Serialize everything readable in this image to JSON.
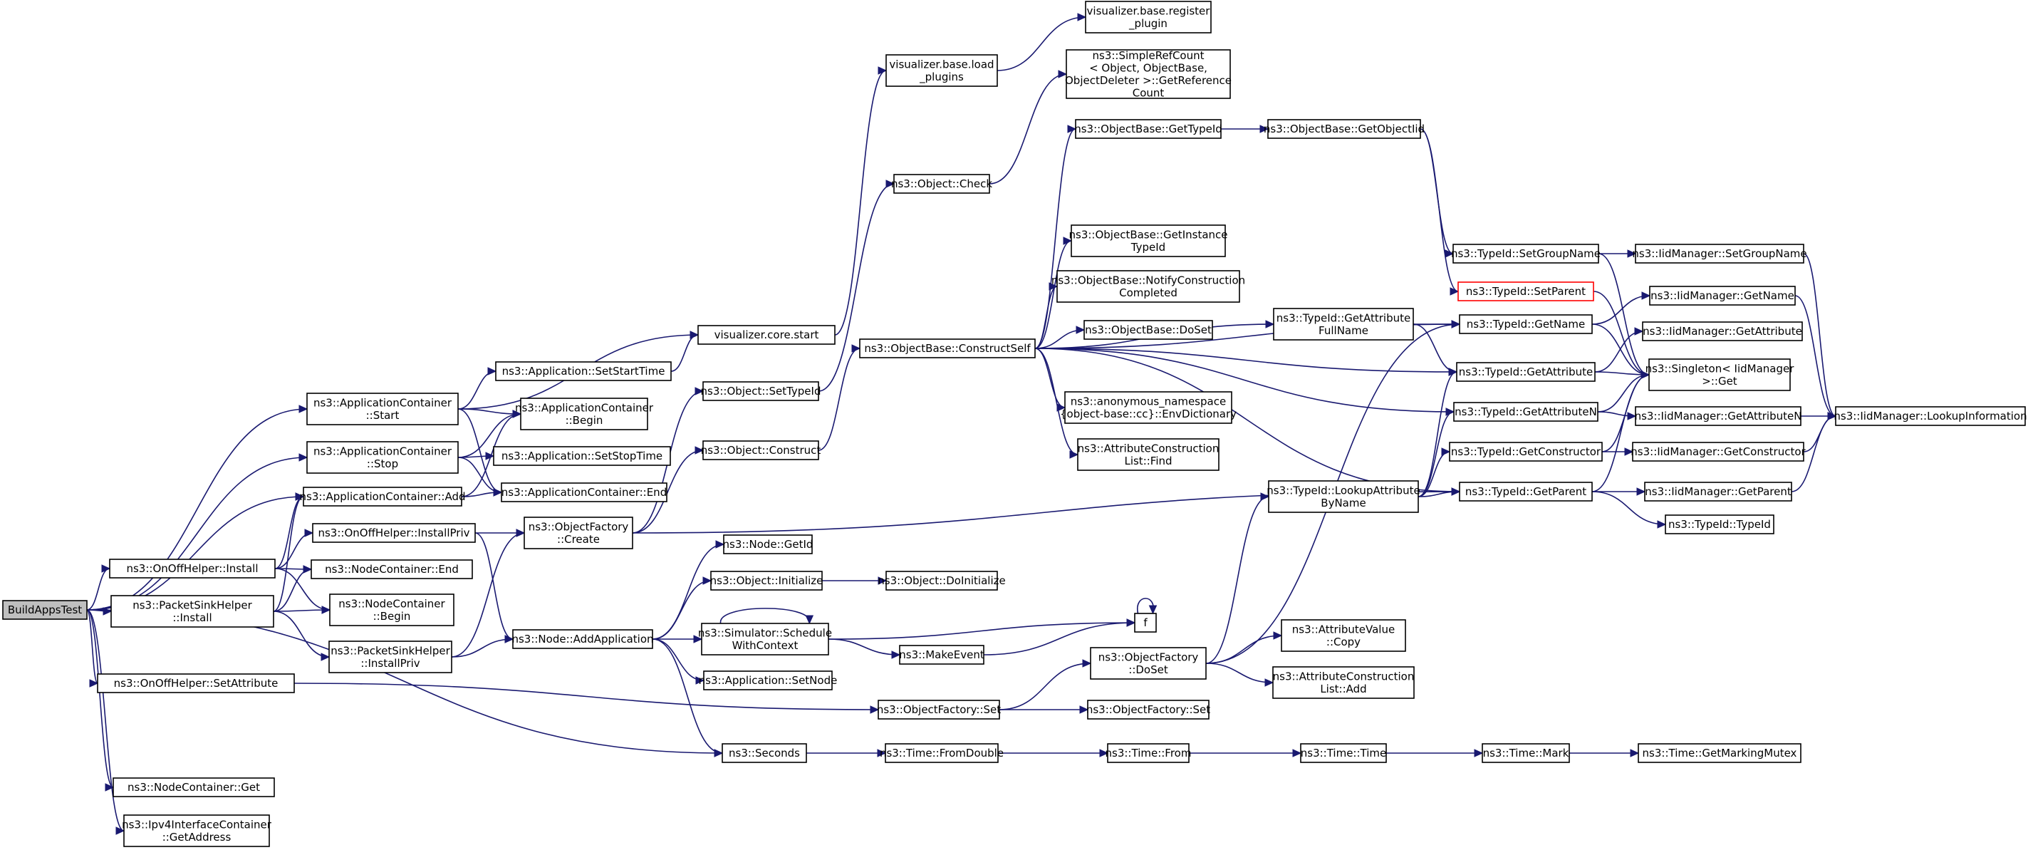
{
  "diagram": {
    "colors": {
      "edge": "#191970",
      "root_fill": "#bfbfbf",
      "highlight_border": "#ff0000",
      "node_fill": "#ffffff"
    },
    "nodes": [
      {
        "id": "buildappstest",
        "lines": [
          "BuildAppsTest"
        ],
        "root": true
      },
      {
        "id": "onoffhelper-install",
        "lines": [
          "ns3::OnOffHelper::Install"
        ]
      },
      {
        "id": "packetsinkhelper-install",
        "lines": [
          "ns3::PacketSinkHelper",
          "::Install"
        ]
      },
      {
        "id": "onoffhelper-setattribute",
        "lines": [
          "ns3::OnOffHelper::SetAttribute"
        ]
      },
      {
        "id": "nodecontainer-get",
        "lines": [
          "ns3::NodeContainer::Get"
        ]
      },
      {
        "id": "ipv4interfacecontainer-getaddress",
        "lines": [
          "ns3::Ipv4InterfaceContainer",
          "::GetAddress"
        ]
      },
      {
        "id": "appcontainer-start",
        "lines": [
          "ns3::ApplicationContainer",
          "::Start"
        ]
      },
      {
        "id": "appcontainer-stop",
        "lines": [
          "ns3::ApplicationContainer",
          "::Stop"
        ]
      },
      {
        "id": "appcontainer-add",
        "lines": [
          "ns3::ApplicationContainer::Add"
        ]
      },
      {
        "id": "onoffhelper-installpriv",
        "lines": [
          "ns3::OnOffHelper::InstallPriv"
        ]
      },
      {
        "id": "nodecontainer-end",
        "lines": [
          "ns3::NodeContainer::End"
        ]
      },
      {
        "id": "nodecontainer-begin",
        "lines": [
          "ns3::NodeContainer",
          "::Begin"
        ]
      },
      {
        "id": "packetsinkhelper-installpriv",
        "lines": [
          "ns3::PacketSinkHelper",
          "::InstallPriv"
        ]
      },
      {
        "id": "visualizer-core-start",
        "lines": [
          "visualizer.core.start"
        ]
      },
      {
        "id": "application-setstarttime",
        "lines": [
          "ns3::Application::SetStartTime"
        ]
      },
      {
        "id": "appcontainer-begin",
        "lines": [
          "ns3::ApplicationContainer",
          "::Begin"
        ]
      },
      {
        "id": "application-setstoptime",
        "lines": [
          "ns3::Application::SetStopTime"
        ]
      },
      {
        "id": "appcontainer-end",
        "lines": [
          "ns3::ApplicationContainer::End"
        ]
      },
      {
        "id": "objectfactory-create",
        "lines": [
          "ns3::ObjectFactory",
          "::Create"
        ]
      },
      {
        "id": "node-addapplication",
        "lines": [
          "ns3::Node::AddApplication"
        ]
      },
      {
        "id": "visualizer-base-load-plugins",
        "lines": [
          "visualizer.base.load",
          "_plugins"
        ]
      },
      {
        "id": "visualizer-base-register-plugin",
        "lines": [
          "visualizer.base.register",
          "_plugin"
        ]
      },
      {
        "id": "object-check",
        "lines": [
          "ns3::Object::Check"
        ]
      },
      {
        "id": "object-settypeid",
        "lines": [
          "ns3::Object::SetTypeId"
        ]
      },
      {
        "id": "object-construct",
        "lines": [
          "ns3::Object::Construct"
        ]
      },
      {
        "id": "node-getid",
        "lines": [
          "ns3::Node::GetId"
        ]
      },
      {
        "id": "object-initialize",
        "lines": [
          "ns3::Object::Initialize"
        ]
      },
      {
        "id": "simulator-schedulewithcontext",
        "lines": [
          "ns3::Simulator::Schedule",
          "WithContext"
        ]
      },
      {
        "id": "application-setnode",
        "lines": [
          "ns3::Application::SetNode"
        ]
      },
      {
        "id": "seconds",
        "lines": [
          "ns3::Seconds"
        ]
      },
      {
        "id": "objectfactory-set",
        "lines": [
          "ns3::ObjectFactory::Set"
        ]
      },
      {
        "id": "simplerefcount-getreferencecount",
        "lines": [
          "ns3::SimpleRefCount",
          "< Object, ObjectBase,",
          "ObjectDeleter >::GetReference",
          "Count"
        ]
      },
      {
        "id": "objectbase-constructself",
        "lines": [
          "ns3::ObjectBase::ConstructSelf"
        ]
      },
      {
        "id": "object-doinitialize",
        "lines": [
          "ns3::Object::DoInitialize"
        ]
      },
      {
        "id": "f",
        "lines": [
          "f"
        ]
      },
      {
        "id": "makeevent",
        "lines": [
          "ns3::MakeEvent"
        ]
      },
      {
        "id": "time-fromdouble",
        "lines": [
          "ns3::Time::FromDouble"
        ]
      },
      {
        "id": "objectbase-gettypeid",
        "lines": [
          "ns3::ObjectBase::GetTypeId"
        ]
      },
      {
        "id": "objectbase-getinstancetypeid",
        "lines": [
          "ns3::ObjectBase::GetInstance",
          "TypeId"
        ]
      },
      {
        "id": "objectbase-notifyconstructioncompleted",
        "lines": [
          "ns3::ObjectBase::NotifyConstruction",
          "Completed"
        ]
      },
      {
        "id": "objectbase-doset",
        "lines": [
          "ns3::ObjectBase::DoSet"
        ]
      },
      {
        "id": "anonymous-envdictionary",
        "lines": [
          "ns3::anonymous_namespace",
          "{object-base::cc}::EnvDictionary"
        ]
      },
      {
        "id": "attributeconstructionlist-find",
        "lines": [
          "ns3::AttributeConstruction",
          "List::Find"
        ]
      },
      {
        "id": "objectfactory-doset",
        "lines": [
          "ns3::ObjectFactory",
          "::DoSet"
        ]
      },
      {
        "id": "objectfactory-set2",
        "lines": [
          "ns3::ObjectFactory::Set"
        ]
      },
      {
        "id": "time-from",
        "lines": [
          "ns3::Time::From"
        ]
      },
      {
        "id": "objectbase-getobjectiid",
        "lines": [
          "ns3::ObjectBase::GetObjectIid"
        ]
      },
      {
        "id": "typeid-getattributefullname",
        "lines": [
          "ns3::TypeId::GetAttribute",
          "FullName"
        ]
      },
      {
        "id": "typeid-lookupattributebyname",
        "lines": [
          "ns3::TypeId::LookupAttribute",
          "ByName"
        ]
      },
      {
        "id": "attributevalue-copy",
        "lines": [
          "ns3::AttributeValue",
          "::Copy"
        ]
      },
      {
        "id": "attributeconstructionlist-add",
        "lines": [
          "ns3::AttributeConstruction",
          "List::Add"
        ]
      },
      {
        "id": "time-time",
        "lines": [
          "ns3::Time::Time"
        ]
      },
      {
        "id": "typeid-setgroupname",
        "lines": [
          "ns3::TypeId::SetGroupName"
        ]
      },
      {
        "id": "typeid-setparent",
        "lines": [
          "ns3::TypeId::SetParent"
        ],
        "highlight": true
      },
      {
        "id": "typeid-getname",
        "lines": [
          "ns3::TypeId::GetName"
        ]
      },
      {
        "id": "typeid-getattribute",
        "lines": [
          "ns3::TypeId::GetAttribute"
        ]
      },
      {
        "id": "typeid-getattributen",
        "lines": [
          "ns3::TypeId::GetAttributeN"
        ]
      },
      {
        "id": "typeid-getconstructor",
        "lines": [
          "ns3::TypeId::GetConstructor"
        ]
      },
      {
        "id": "typeid-getparent",
        "lines": [
          "ns3::TypeId::GetParent"
        ]
      },
      {
        "id": "time-mark",
        "lines": [
          "ns3::Time::Mark"
        ]
      },
      {
        "id": "iidmanager-setgroupname",
        "lines": [
          "ns3::IidManager::SetGroupName"
        ]
      },
      {
        "id": "iidmanager-getname",
        "lines": [
          "ns3::IidManager::GetName"
        ]
      },
      {
        "id": "iidmanager-getattribute",
        "lines": [
          "ns3::IidManager::GetAttribute"
        ]
      },
      {
        "id": "singleton-iidmanager-get",
        "lines": [
          "ns3::Singleton< IidManager",
          ">::Get"
        ]
      },
      {
        "id": "iidmanager-getattributen",
        "lines": [
          "ns3::IidManager::GetAttributeN"
        ]
      },
      {
        "id": "iidmanager-getconstructor",
        "lines": [
          "ns3::IidManager::GetConstructor"
        ]
      },
      {
        "id": "iidmanager-getparent",
        "lines": [
          "ns3::IidManager::GetParent"
        ]
      },
      {
        "id": "typeid-typeid",
        "lines": [
          "ns3::TypeId::TypeId"
        ]
      },
      {
        "id": "time-getmarkingmutex",
        "lines": [
          "ns3::Time::GetMarkingMutex"
        ]
      },
      {
        "id": "iidmanager-lookupinformation",
        "lines": [
          "ns3::IidManager::LookupInformation"
        ]
      }
    ],
    "edges": [
      [
        "buildappstest",
        "appcontainer-start"
      ],
      [
        "buildappstest",
        "appcontainer-stop"
      ],
      [
        "buildappstest",
        "appcontainer-add"
      ],
      [
        "buildappstest",
        "onoffhelper-install"
      ],
      [
        "buildappstest",
        "packetsinkhelper-install"
      ],
      [
        "buildappstest",
        "onoffhelper-setattribute"
      ],
      [
        "buildappstest",
        "seconds"
      ],
      [
        "buildappstest",
        "nodecontainer-get"
      ],
      [
        "buildappstest",
        "ipv4interfacecontainer-getaddress"
      ],
      [
        "appcontainer-start",
        "visualizer-core-start"
      ],
      [
        "appcontainer-start",
        "application-setstarttime"
      ],
      [
        "appcontainer-start",
        "appcontainer-begin"
      ],
      [
        "appcontainer-start",
        "appcontainer-end"
      ],
      [
        "appcontainer-stop",
        "appcontainer-begin"
      ],
      [
        "appcontainer-stop",
        "application-setstoptime"
      ],
      [
        "appcontainer-stop",
        "appcontainer-end"
      ],
      [
        "appcontainer-add",
        "appcontainer-begin"
      ],
      [
        "appcontainer-add",
        "appcontainer-end"
      ],
      [
        "onoffhelper-install",
        "appcontainer-add"
      ],
      [
        "onoffhelper-install",
        "onoffhelper-installpriv"
      ],
      [
        "onoffhelper-install",
        "nodecontainer-end"
      ],
      [
        "onoffhelper-install",
        "nodecontainer-begin"
      ],
      [
        "packetsinkhelper-install",
        "appcontainer-add"
      ],
      [
        "packetsinkhelper-install",
        "nodecontainer-end"
      ],
      [
        "packetsinkhelper-install",
        "nodecontainer-begin"
      ],
      [
        "packetsinkhelper-install",
        "packetsinkhelper-installpriv"
      ],
      [
        "onoffhelper-installpriv",
        "objectfactory-create"
      ],
      [
        "onoffhelper-installpriv",
        "node-addapplication"
      ],
      [
        "packetsinkhelper-installpriv",
        "objectfactory-create"
      ],
      [
        "packetsinkhelper-installpriv",
        "node-addapplication"
      ],
      [
        "onoffhelper-setattribute",
        "objectfactory-set"
      ],
      [
        "application-setstarttime",
        "visualizer-core-start"
      ],
      [
        "visualizer-core-start",
        "visualizer-base-load-plugins"
      ],
      [
        "visualizer-base-load-plugins",
        "visualizer-base-register-plugin"
      ],
      [
        "objectfactory-create",
        "object-settypeid"
      ],
      [
        "objectfactory-create",
        "object-construct"
      ],
      [
        "objectfactory-create",
        "typeid-getparent"
      ],
      [
        "object-settypeid",
        "object-check"
      ],
      [
        "object-check",
        "simplerefcount-getreferencecount"
      ],
      [
        "object-construct",
        "objectbase-constructself"
      ],
      [
        "node-addapplication",
        "node-getid"
      ],
      [
        "node-addapplication",
        "object-initialize"
      ],
      [
        "node-addapplication",
        "simulator-schedulewithcontext"
      ],
      [
        "node-addapplication",
        "application-setnode"
      ],
      [
        "node-addapplication",
        "seconds"
      ],
      [
        "object-initialize",
        "object-doinitialize"
      ],
      [
        "simulator-schedulewithcontext",
        "simulator-schedulewithcontext"
      ],
      [
        "simulator-schedulewithcontext",
        "f"
      ],
      [
        "simulator-schedulewithcontext",
        "makeevent"
      ],
      [
        "makeevent",
        "f"
      ],
      [
        "f",
        "f"
      ],
      [
        "seconds",
        "time-fromdouble"
      ],
      [
        "time-fromdouble",
        "time-from"
      ],
      [
        "time-from",
        "time-time"
      ],
      [
        "time-time",
        "time-mark"
      ],
      [
        "time-mark",
        "time-getmarkingmutex"
      ],
      [
        "objectfactory-set",
        "objectfactory-doset"
      ],
      [
        "objectfactory-set",
        "objectfactory-set2"
      ],
      [
        "objectfactory-doset",
        "typeid-lookupattributebyname"
      ],
      [
        "objectfactory-doset",
        "typeid-getname"
      ],
      [
        "objectfactory-doset",
        "attributevalue-copy"
      ],
      [
        "objectfactory-doset",
        "attributeconstructionlist-add"
      ],
      [
        "objectbase-constructself",
        "objectbase-gettypeid"
      ],
      [
        "objectbase-constructself",
        "objectbase-getinstancetypeid"
      ],
      [
        "objectbase-constructself",
        "objectbase-notifyconstructioncompleted"
      ],
      [
        "objectbase-constructself",
        "objectbase-doset"
      ],
      [
        "objectbase-constructself",
        "anonymous-envdictionary"
      ],
      [
        "objectbase-constructself",
        "attributeconstructionlist-find"
      ],
      [
        "objectbase-constructself",
        "typeid-getattributefullname"
      ],
      [
        "objectbase-constructself",
        "typeid-getname"
      ],
      [
        "objectbase-constructself",
        "typeid-getattribute"
      ],
      [
        "objectbase-constructself",
        "typeid-getattributen"
      ],
      [
        "objectbase-constructself",
        "typeid-getparent"
      ],
      [
        "objectbase-gettypeid",
        "objectbase-getobjectiid"
      ],
      [
        "objectbase-getobjectiid",
        "typeid-setgroupname"
      ],
      [
        "objectbase-getobjectiid",
        "typeid-setparent"
      ],
      [
        "typeid-getattributefullname",
        "typeid-getname"
      ],
      [
        "typeid-getattributefullname",
        "typeid-getattribute"
      ],
      [
        "typeid-lookupattributebyname",
        "typeid-getattribute"
      ],
      [
        "typeid-lookupattributebyname",
        "typeid-getattributen"
      ],
      [
        "typeid-lookupattributebyname",
        "typeid-getconstructor"
      ],
      [
        "typeid-lookupattributebyname",
        "typeid-getparent"
      ],
      [
        "typeid-setgroupname",
        "iidmanager-setgroupname"
      ],
      [
        "typeid-setgroupname",
        "singleton-iidmanager-get"
      ],
      [
        "typeid-setparent",
        "singleton-iidmanager-get"
      ],
      [
        "typeid-getname",
        "iidmanager-getname"
      ],
      [
        "typeid-getname",
        "singleton-iidmanager-get"
      ],
      [
        "typeid-getattribute",
        "iidmanager-getattribute"
      ],
      [
        "typeid-getattribute",
        "singleton-iidmanager-get"
      ],
      [
        "typeid-getattributen",
        "iidmanager-getattributen"
      ],
      [
        "typeid-getattributen",
        "singleton-iidmanager-get"
      ],
      [
        "typeid-getconstructor",
        "iidmanager-getconstructor"
      ],
      [
        "typeid-getconstructor",
        "singleton-iidmanager-get"
      ],
      [
        "typeid-getparent",
        "iidmanager-getparent"
      ],
      [
        "typeid-getparent",
        "typeid-typeid"
      ],
      [
        "typeid-getparent",
        "singleton-iidmanager-get"
      ],
      [
        "iidmanager-setgroupname",
        "iidmanager-lookupinformation"
      ],
      [
        "iidmanager-getname",
        "iidmanager-lookupinformation"
      ],
      [
        "iidmanager-getattributen",
        "iidmanager-lookupinformation"
      ],
      [
        "iidmanager-getconstructor",
        "iidmanager-lookupinformation"
      ],
      [
        "iidmanager-getparent",
        "iidmanager-lookupinformation"
      ]
    ]
  }
}
